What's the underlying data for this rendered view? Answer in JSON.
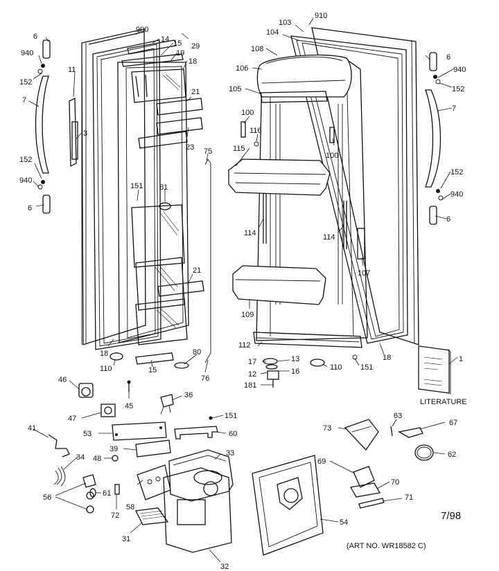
{
  "labels": {
    "l900": "900",
    "l14": "14",
    "l15a": "15",
    "l29": "29",
    "l19": "19",
    "l18a": "18",
    "l6a": "6",
    "l940a": "940",
    "l152a": "152",
    "l11": "11",
    "l7a": "7",
    "l3": "3",
    "l152b": "152",
    "l940b": "940",
    "l6b": "6",
    "l21a": "21",
    "l23": "23",
    "l75": "75",
    "l151a": "151",
    "l81": "81",
    "l21b": "21",
    "l18b": "18",
    "l110a": "110",
    "l15b": "15",
    "l80": "80",
    "l76": "76",
    "l910": "910",
    "l103": "103",
    "l104": "104",
    "l108": "108",
    "l106": "106",
    "l105": "105",
    "l100a": "100",
    "l116": "116",
    "l115": "115",
    "l100b": "100",
    "l114a": "114",
    "l114b": "114",
    "l107": "107",
    "l109": "109",
    "l112": "112",
    "l18c": "18",
    "l17": "17",
    "l13": "13",
    "l12": "12",
    "l16": "16",
    "l181": "181",
    "l110b": "110",
    "l151b": "151",
    "l6c": "6",
    "l940c": "940",
    "l152c": "152",
    "l7b": "7",
    "l152d": "152",
    "l940d": "940",
    "l6d": "6",
    "l1": "1",
    "l46": "46",
    "l45": "45",
    "l36": "36",
    "l47": "47",
    "l151c": "151",
    "l53": "53",
    "l60": "60",
    "l41": "41",
    "l39": "39",
    "l34": "34",
    "l48": "48",
    "l33": "33",
    "l56": "56",
    "l61": "61",
    "l58": "58",
    "l72": "72",
    "l31": "31",
    "l32": "32",
    "l54": "54",
    "l73": "73",
    "l63": "63",
    "l67": "67",
    "l62": "62",
    "l69": "69",
    "l70": "70",
    "l71": "71"
  },
  "literature_label": "LITERATURE",
  "date_code": "7/98",
  "art_number": "(ART NO. WR18582 C)"
}
